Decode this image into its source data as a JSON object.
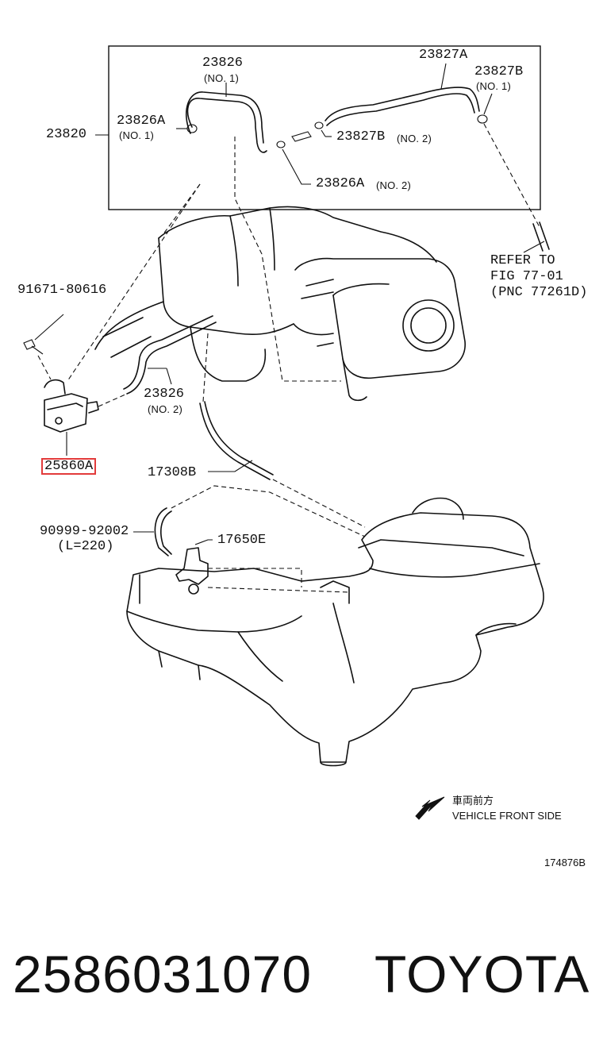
{
  "diagram": {
    "callouts": {
      "c23820": "23820",
      "c23826_top": "23826",
      "c23826_top_sub": "(NO. 1)",
      "c23826A_left": "23826A",
      "c23826A_left_sub": "(NO. 1)",
      "c23827A": "23827A",
      "c23827B_top": "23827B",
      "c23827B_top_sub": "(NO. 1)",
      "c23827B_mid": "23827B",
      "c23827B_mid_sub": "(NO. 2)",
      "c23826A_mid": "23826A",
      "c23826A_mid_sub": "(NO. 2)",
      "refer_line1": "REFER TO",
      "refer_line2": "FIG 77-01",
      "refer_line3": "(PNC 77261D)",
      "c91671": "91671-80616",
      "c23826_mid": "23826",
      "c23826_mid_sub": "(NO. 2)",
      "c25860A": "25860A",
      "c17308B": "17308B",
      "c90999": "90999-92002",
      "c90999_sub": "(L=220)",
      "c17650E": "17650E"
    },
    "direction_jp": "車両前方",
    "direction_en": "VEHICLE FRONT SIDE",
    "figure_id": "174876B"
  },
  "footer": {
    "part_number": "2586031070",
    "brand": "TOYOTA"
  },
  "colors": {
    "ink": "#111111",
    "highlight": "#e23b3b"
  }
}
